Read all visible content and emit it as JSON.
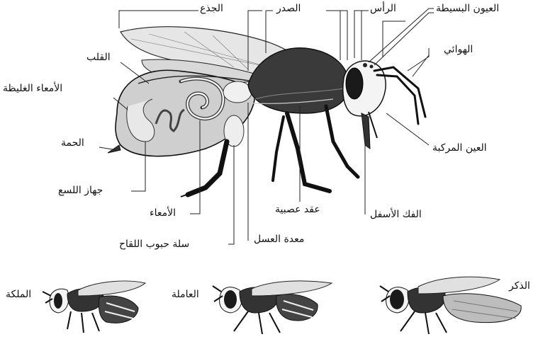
{
  "labels": {
    "trunk": "الجذع",
    "thorax": "الصدر",
    "simple_eyes": "العيون البسيطة",
    "head": "الرأس",
    "heart": "القلب",
    "antennae": "الهوائي",
    "large_intestine": "الأمعاء الغليظة",
    "sting_sac": "الحمة",
    "compound_eye": "العين المركبة",
    "sting_apparatus": "جهاز اللسع",
    "intestines": "الأمعاء",
    "ganglia": "عقد عصبية",
    "mandible": "الفك الأسفل",
    "honey_stomach": "معدة العسل",
    "pollen_basket": "سلة حبوب اللقاح"
  },
  "castes": {
    "queen": "الملكة",
    "worker": "العاملة",
    "drone": "الذكر"
  }
}
